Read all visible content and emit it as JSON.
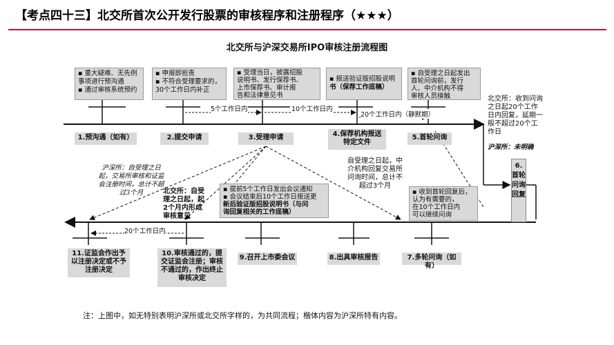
{
  "header": {
    "title": "【考点四十三】北交所首次公开发行股票的审核程序和注册程序（★★★）"
  },
  "diagram": {
    "title": "北交所与沪深交易所IPO审核注册流程图",
    "top_boxes": [
      {
        "lines": [
          "▪ 重大疑难、无先例",
          "事项进行预沟通",
          "▪ 通过审核系统预约"
        ]
      },
      {
        "lines": [
          "▪ 申报即担责",
          "▪ 不符合受理要求的，",
          "30个工作日内补正"
        ]
      },
      {
        "lines": [
          "▪ 受理当日，披露招股",
          "说明书、发行保荐书、",
          "上市保荐书、审计报",
          "告和法律意见书"
        ]
      },
      {
        "lines": [
          "▪ 报送验证版招股说明",
          "书（保荐工作底稿）"
        ]
      },
      {
        "lines": [
          "▪ 自受理之日起发出",
          "首轮问询前，发行",
          "人、中介机构不得",
          "审核人员接触"
        ]
      }
    ],
    "upper_steps": [
      "1.预沟通（如有）",
      "2.提交申请",
      "3.受理申请",
      "4.保荐机构报送特定文件",
      "5.首轮问询"
    ],
    "upper_durations": [
      "5个工作日内",
      "10个工作日内",
      "20个工作日内（静默期）"
    ],
    "right_note_bse": "北交所：收到问询之日起20个工作日内回复，延期一般不超过20个工作日",
    "right_note_sz": "沪深所：未明确",
    "side_step": "6.首轮问询回复",
    "middle_left_note": "沪深所：自受理之日起，交易所审核和证监会注册时间，总计不超过3个月",
    "middle_bse_note": "北交所：自受理之日起，起2个月内形成审核意见",
    "middle_center_box": {
      "lines": [
        "▪ 提前5个工作日发出会议通知",
        "▪ 会议结束后10个工作日报送更",
        "新后验证版招股说明书（与问",
        "询回复相关的工作底稿）"
      ]
    },
    "middle_right_note": "自受理之日起，中介机构回复交易所问询时间，总计不超过3个月",
    "middle_right_box": {
      "lines": [
        "▪ 收到首轮回复后，",
        "认为有需要的，",
        "在10个工作日内",
        "可以继续问询"
      ]
    },
    "lower_duration": "20个工作日内",
    "lower_steps": [
      "11.证监会作出予以注册决定或不予注册决定",
      "10.审核通过的，提交证监会注册；审核不通过的，作出终止审核决定",
      "9.召开上市委会议",
      "8.出具审核报告",
      "7.多轮问询（如有）"
    ]
  },
  "footer": {
    "text": "注：上图中，如无特别表明沪深所或北交所字样的，为共同流程；楷体内容为沪深所特有内容。"
  }
}
